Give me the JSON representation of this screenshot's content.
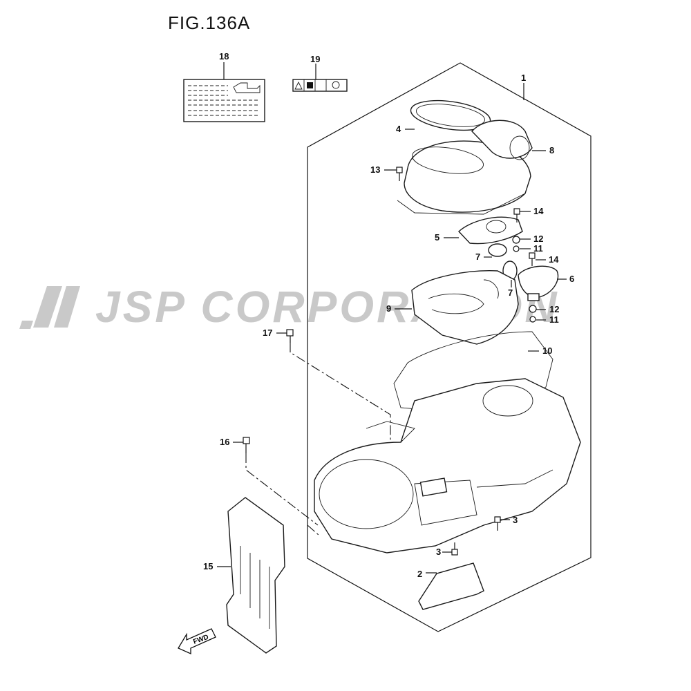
{
  "figure": {
    "title": "FIG.136A"
  },
  "watermark": {
    "text": "JSP CORPORATION",
    "color": "#c8c8c8"
  },
  "orientation": {
    "fwd_label": "FWD"
  },
  "callouts": [
    "1",
    "2",
    "3",
    "3",
    "4",
    "5",
    "6",
    "7",
    "7",
    "8",
    "9",
    "10",
    "11",
    "11",
    "12",
    "12",
    "13",
    "14",
    "14",
    "15",
    "16",
    "17",
    "18",
    "19"
  ]
}
